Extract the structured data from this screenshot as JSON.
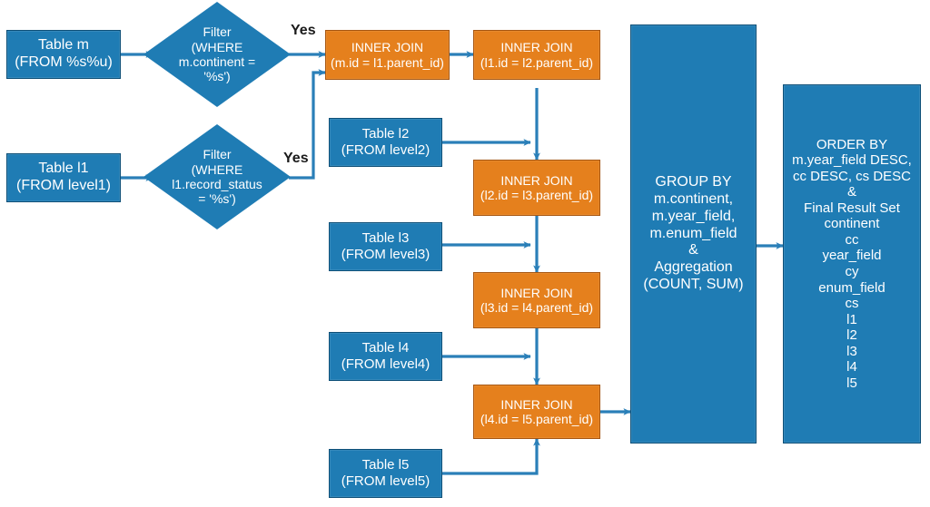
{
  "diagram": {
    "title": "SQL query execution flow",
    "colors": {
      "blue": "#1f7cb4",
      "blue_border": "#0e4f77",
      "orange": "#e5801d",
      "orange_border": "#a65611",
      "wire": "#2a7fb8",
      "background": "#ffffff",
      "text_on_shape": "#ffffff",
      "text_label": "#1a1a1a"
    },
    "sources": {
      "table_m": "Table m\n(FROM %s%u)",
      "table_l1": "Table l1\n(FROM level1)",
      "table_l2": "Table l2\n(FROM level2)",
      "table_l3": "Table l3\n(FROM level3)",
      "table_l4": "Table l4\n(FROM level4)",
      "table_l5": "Table l5\n(FROM level5)"
    },
    "filters": {
      "filter_continent": "Filter\n(WHERE\nm.continent =\n'%s')",
      "filter_record_status": "Filter\n(WHERE\nl1.record_status\n= '%s')"
    },
    "branch_labels": {
      "yes_top": "Yes",
      "yes_bottom": "Yes"
    },
    "joins": {
      "join_m_l1": "INNER JOIN\n(m.id = l1.parent_id)",
      "join_l1_l2": "INNER JOIN\n(l1.id = l2.parent_id)",
      "join_l2_l3": "INNER JOIN\n(l2.id = l3.parent_id)",
      "join_l3_l4": "INNER JOIN\n(l3.id = l4.parent_id)",
      "join_l4_l5": "INNER JOIN\n(l4.id = l5.parent_id)"
    },
    "group_by": "GROUP BY\nm.continent,\nm.year_field,\nm.enum_field\n&\nAggregation\n(COUNT, SUM)",
    "order_by": "ORDER BY\nm.year_field DESC,\ncc DESC, cs DESC\n&\nFinal Result Set\ncontinent\ncc\nyear_field\ncy\nenum_field\ncs\nl1\nl2\nl3\nl4\nl5"
  }
}
